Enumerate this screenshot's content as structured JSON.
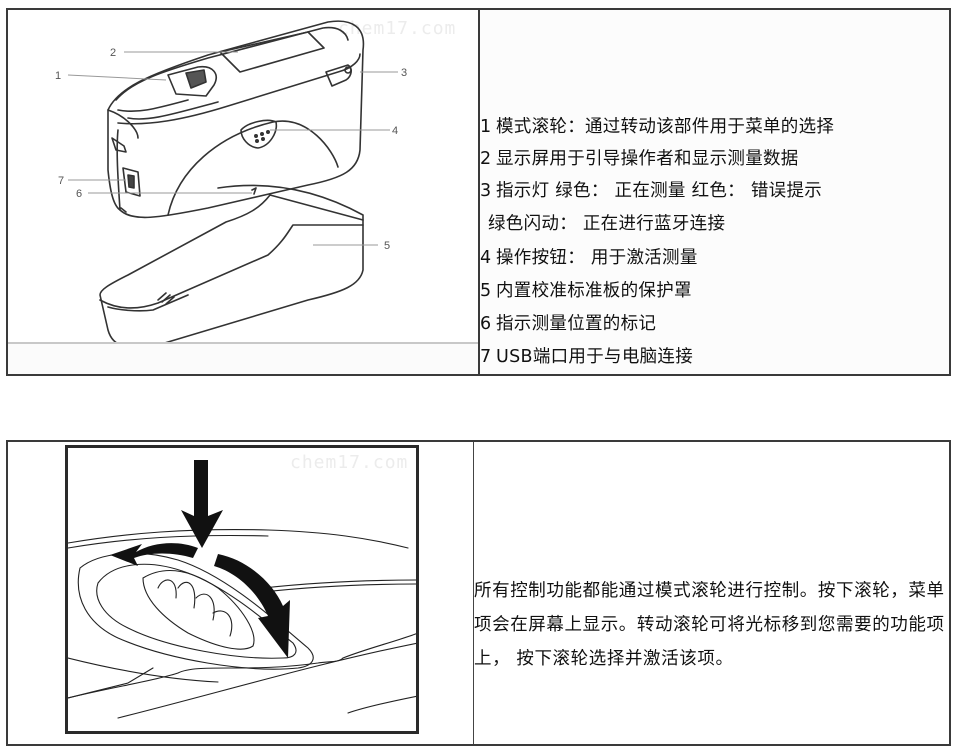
{
  "watermark": "chem17.com",
  "table1": {
    "figure": {
      "callouts": [
        "1",
        "2",
        "3",
        "4",
        "5",
        "6",
        "7"
      ]
    },
    "items": [
      {
        "num": "1",
        "text": "模式滚轮：通过转动该部件用于菜单的选择"
      },
      {
        "num": "2",
        "text": "显示屏用于引导操作者和显示测量数据"
      },
      {
        "num": "3",
        "text": "指示灯   绿色：  正在测量    红色：   错误提示"
      },
      {
        "num": "",
        "text": "绿色闪动：  正在进行蓝牙连接"
      },
      {
        "num": "4",
        "text": "操作按钮：   用于激活测量"
      },
      {
        "num": "5",
        "text": "内置校准标准板的保护罩"
      },
      {
        "num": "6",
        "text": "指示测量位置的标记"
      },
      {
        "num": "7",
        "text": "USB端口用于与电脑连接"
      }
    ]
  },
  "table2": {
    "description": "所有控制功能都能通过模式滚轮进行控制。按下滚轮，菜单项会在屏幕上显示。转动滚轮可将光标移到您需要的功能项上，  按下滚轮选择并激活该项。"
  },
  "colors": {
    "border": "#3a3a3a",
    "text": "#111111",
    "watermark": "#ececec"
  }
}
